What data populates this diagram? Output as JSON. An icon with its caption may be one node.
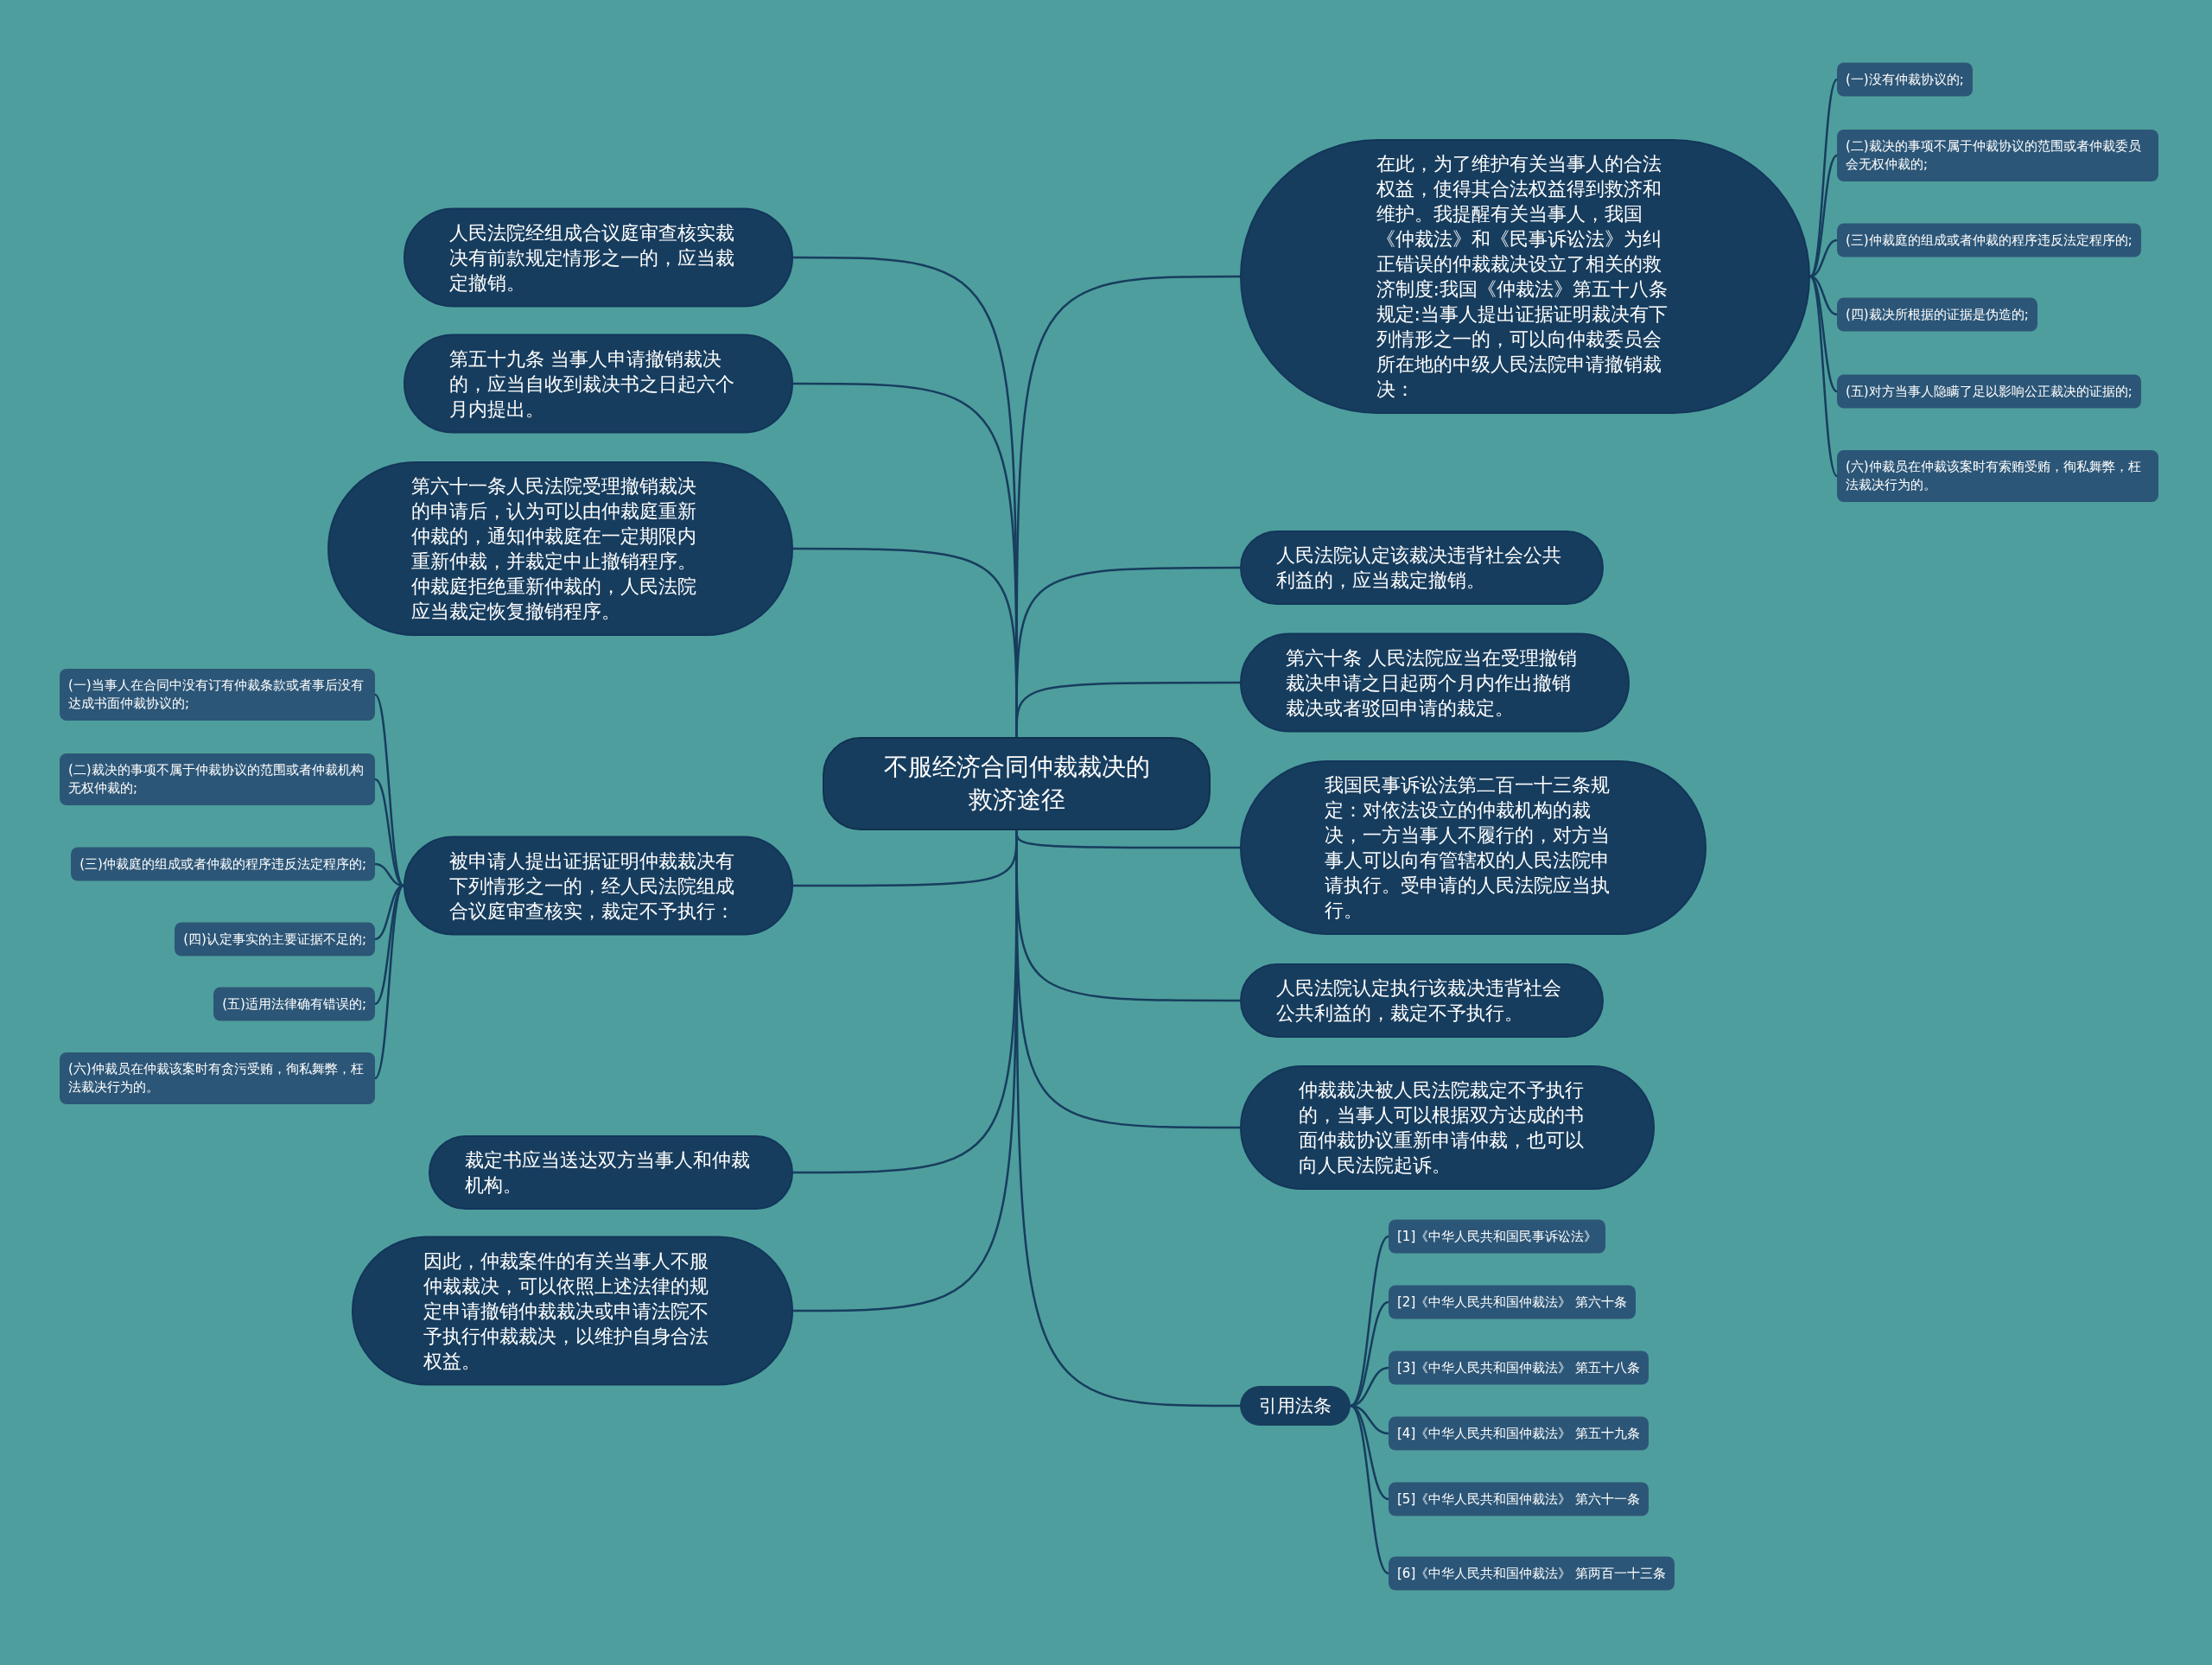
{
  "diagram": {
    "nodes": [
      {
        "text": [
          "不服经济合同仲裁裁决的救济途径"
        ]
      },
      {
        "text": [
          "在此，为了维护有关当事人的合法权益，使得其合法权益得到救济和维护。我提醒有关当事人，我国《仲裁法》和《民事诉讼法》为纠正错误的仲裁裁决设立了相关的救济制度:我国《仲裁法》第五十八条规定:当事人提出证据证明裁决有下列情形之一的，可以向仲裁委员会所在地的中级人民法院申请撤销裁决："
        ]
      },
      {
        "text": [
          "(一)没有仲裁协议的;"
        ]
      },
      {
        "text": [
          "(二)裁决的事项不属于仲裁协议的范围或者仲裁委员会无权仲裁的;"
        ]
      },
      {
        "text": [
          "(三)仲裁庭的组成或者仲裁的程序违反法定程序的;"
        ]
      },
      {
        "text": [
          "(四)裁决所根据的证据是伪造的;"
        ]
      },
      {
        "text": [
          "(五)对方当事人隐瞒了足以影响公正裁决的证据的;"
        ]
      },
      {
        "text": [
          "(六)仲裁员在仲裁该案时有索贿受贿，徇私舞弊，枉法裁决行为的。"
        ]
      },
      {
        "text": [
          "人民法院认定该裁决违背社会公共利益的，应当裁定撤销。"
        ]
      },
      {
        "text": [
          "第六十条 人民法院应当在受理撤销裁决申请之日起两个月内作出撤销裁决或者驳回申请的裁定。"
        ]
      },
      {
        "text": [
          "我国民事诉讼法第二百一十三条规定：对依法设立的仲裁机构的裁决，一方当事人不履行的，对方当事人可以向有管辖权的人民法院申请执行。受申请的人民法院应当执行。"
        ]
      },
      {
        "text": [
          "人民法院认定执行该裁决违背社会公共利益的，裁定不予执行。"
        ]
      },
      {
        "text": [
          "仲裁裁决被人民法院裁定不予执行的，当事人可以根据双方达成的书面仲裁协议重新申请仲裁，也可以向人民法院起诉。"
        ]
      },
      {
        "text": [
          "引用法条"
        ]
      },
      {
        "text": [
          "[1]《中华人民共和国民事诉讼法》"
        ]
      },
      {
        "text": [
          "[2]《中华人民共和国仲裁法》 第六十条"
        ]
      },
      {
        "text": [
          "[3]《中华人民共和国仲裁法》 第五十八条"
        ]
      },
      {
        "text": [
          "[4]《中华人民共和国仲裁法》 第五十九条"
        ]
      },
      {
        "text": [
          "[5]《中华人民共和国仲裁法》 第六十一条"
        ]
      },
      {
        "text": [
          "[6]《中华人民共和国仲裁法》 第两百一十三条"
        ]
      },
      {
        "text": [
          "人民法院经组成合议庭审查核实裁决有前款规定情形之一的，应当裁定撤销。"
        ]
      },
      {
        "text": [
          "第五十九条 当事人申请撤销裁决的，应当自收到裁决书之日起六个月内提出。"
        ]
      },
      {
        "text": [
          "第六十一条人民法院受理撤销裁决的申请后，认为可以由仲裁庭重新仲裁的，通知仲裁庭在一定期限内重新仲裁，并裁定中止撤销程序。仲裁庭拒绝重新仲裁的，人民法院应当裁定恢复撤销程序。"
        ]
      },
      {
        "text": [
          "被申请人提出证据证明仲裁裁决有下列情形之一的，经人民法院组成合议庭审查核实，裁定不予执行："
        ]
      },
      {
        "text": [
          "(一)当事人在合同中没有订有仲裁条款或者事后没有达成书面仲裁协议的;"
        ]
      },
      {
        "text": [
          "(二)裁决的事项不属于仲裁协议的范围或者仲裁机构无权仲裁的;"
        ]
      },
      {
        "text": [
          "(三)仲裁庭的组成或者仲裁的程序违反法定程序的;"
        ]
      },
      {
        "text": [
          "(四)认定事实的主要证据不足的;"
        ]
      },
      {
        "text": [
          "(五)适用法律确有错误的;"
        ]
      },
      {
        "text": [
          "(六)仲裁员在仲裁该案时有贪污受贿，徇私舞弊，枉法裁决行为的。"
        ]
      },
      {
        "text": [
          "裁定书应当送达双方当事人和仲裁机构。"
        ]
      },
      {
        "text": [
          "因此，仲裁案件的有关当事人不服仲裁裁决，可以依照上述法律的规定申请撤销仲裁裁决或申请法院不予执行仲裁裁决，以维护自身合法权益。"
        ]
      }
    ],
    "edges": [
      {
        "from": 0,
        "to": 1,
        "arrow": "none"
      },
      {
        "from": 1,
        "to": 2,
        "arrow": "none"
      },
      {
        "from": 1,
        "to": 3,
        "arrow": "none"
      },
      {
        "from": 1,
        "to": 4,
        "arrow": "none"
      },
      {
        "from": 1,
        "to": 5,
        "arrow": "none"
      },
      {
        "from": 1,
        "to": 6,
        "arrow": "none"
      },
      {
        "from": 1,
        "to": 7,
        "arrow": "none"
      },
      {
        "from": 0,
        "to": 8,
        "arrow": "none"
      },
      {
        "from": 0,
        "to": 9,
        "arrow": "none"
      },
      {
        "from": 0,
        "to": 10,
        "arrow": "none"
      },
      {
        "from": 0,
        "to": 11,
        "arrow": "none"
      },
      {
        "from": 0,
        "to": 12,
        "arrow": "none"
      },
      {
        "from": 0,
        "to": 13,
        "arrow": "none"
      },
      {
        "from": 13,
        "to": 14,
        "arrow": "none"
      },
      {
        "from": 13,
        "to": 15,
        "arrow": "none"
      },
      {
        "from": 13,
        "to": 16,
        "arrow": "none"
      },
      {
        "from": 13,
        "to": 17,
        "arrow": "none"
      },
      {
        "from": 13,
        "to": 18,
        "arrow": "none"
      },
      {
        "from": 13,
        "to": 19,
        "arrow": "none"
      },
      {
        "from": 0,
        "to": 20,
        "arrow": "none"
      },
      {
        "from": 0,
        "to": 21,
        "arrow": "none"
      },
      {
        "from": 0,
        "to": 22,
        "arrow": "none"
      },
      {
        "from": 0,
        "to": 23,
        "arrow": "none"
      },
      {
        "from": 23,
        "to": 24,
        "arrow": "none"
      },
      {
        "from": 23,
        "to": 25,
        "arrow": "none"
      },
      {
        "from": 23,
        "to": 26,
        "arrow": "none"
      },
      {
        "from": 23,
        "to": 27,
        "arrow": "none"
      },
      {
        "from": 23,
        "to": 28,
        "arrow": "none"
      },
      {
        "from": 23,
        "to": 29,
        "arrow": "none"
      },
      {
        "from": 0,
        "to": 30,
        "arrow": "none"
      },
      {
        "from": 0,
        "to": 31,
        "arrow": "none"
      }
    ]
  }
}
